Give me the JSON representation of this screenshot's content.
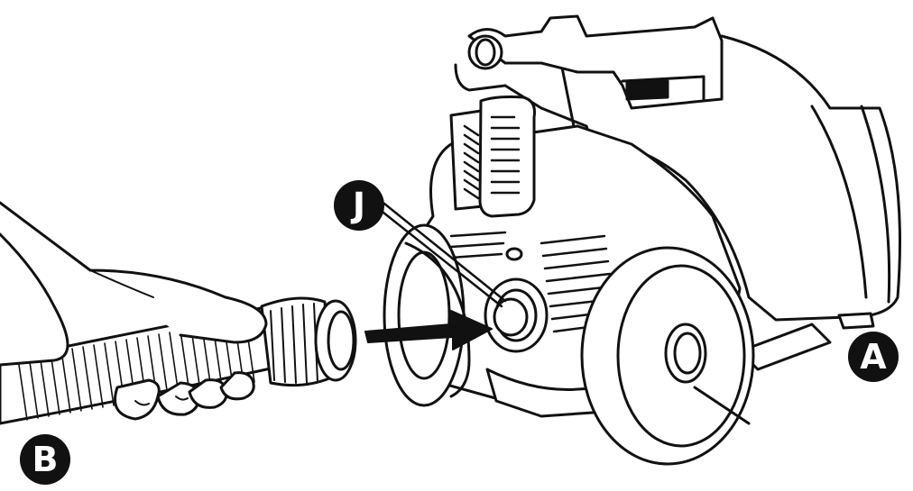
{
  "diagram": {
    "callouts": {
      "j": "J",
      "a": "A",
      "b": "B"
    },
    "colors": {
      "line": "#111111",
      "fill": "#ffffff"
    }
  }
}
